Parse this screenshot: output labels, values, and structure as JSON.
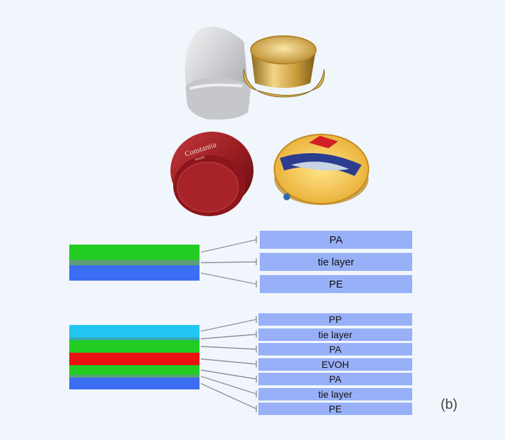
{
  "figure_label": "(b)",
  "products": [
    {
      "name": "aluminium-foil-tray"
    },
    {
      "name": "gold-aluminium-cup"
    },
    {
      "name": "red-coffee-capsule",
      "brand_text": "Constantia",
      "brand_sub": "Hueck"
    },
    {
      "name": "fish-spread-tub"
    }
  ],
  "structures": [
    {
      "name": "three-layer-film",
      "layers": [
        {
          "name": "PA",
          "color": "#22cc22"
        },
        {
          "name": "tie layer",
          "color": "#5a9e7a"
        },
        {
          "name": "PE",
          "color": "#3b6ef2"
        }
      ]
    },
    {
      "name": "seven-layer-film",
      "layers": [
        {
          "name": "PP",
          "color": "#22c6f0"
        },
        {
          "name": "tie layer",
          "color": "#36a8b0"
        },
        {
          "name": "PA",
          "color": "#22cc22"
        },
        {
          "name": "EVOH",
          "color": "#ee1111"
        },
        {
          "name": "PA",
          "color": "#22cc22"
        },
        {
          "name": "tie layer",
          "color": "#5a9e7a"
        },
        {
          "name": "PE",
          "color": "#3b6ef2"
        }
      ]
    }
  ],
  "colors": {
    "label_fill": "#98b0f7",
    "leader_line": "#909090",
    "background": "#f0f6fc"
  }
}
